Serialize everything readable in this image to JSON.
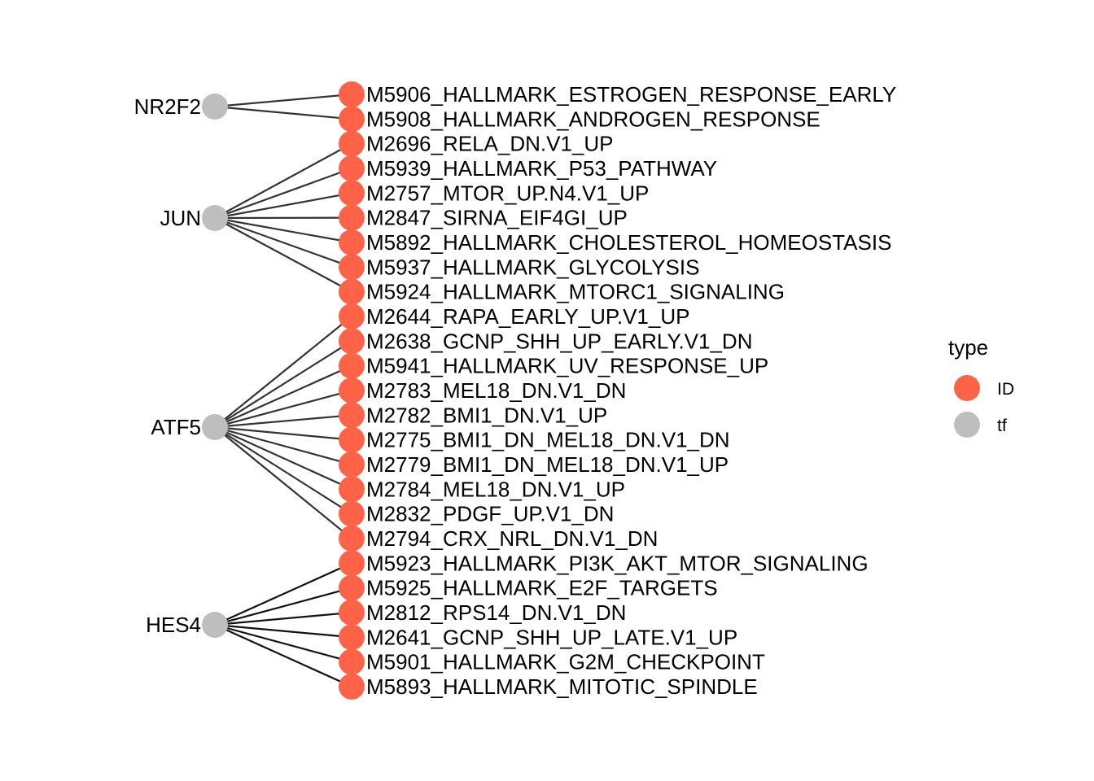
{
  "colors": {
    "ID": "#FF6347",
    "tf": "#BEBEBE",
    "edge": "#333333",
    "edge_hes4": "#111111"
  },
  "legend": {
    "title": "type",
    "items": [
      {
        "label": "ID",
        "color": "#FF6347"
      },
      {
        "label": "tf",
        "color": "#BEBEBE"
      }
    ]
  },
  "tfs": [
    {
      "name": "NR2F2",
      "targets": [
        "M5906_HALLMARK_ESTROGEN_RESPONSE_EARLY",
        "M5908_HALLMARK_ANDROGEN_RESPONSE"
      ]
    },
    {
      "name": "JUN",
      "targets": [
        "M2696_RELA_DN.V1_UP",
        "M5939_HALLMARK_P53_PATHWAY",
        "M2757_MTOR_UP.N4.V1_UP",
        "M2847_SIRNA_EIF4GI_UP",
        "M5892_HALLMARK_CHOLESTEROL_HOMEOSTASIS",
        "M5937_HALLMARK_GLYCOLYSIS",
        "M5924_HALLMARK_MTORC1_SIGNALING"
      ]
    },
    {
      "name": "ATF5",
      "targets": [
        "M2644_RAPA_EARLY_UP.V1_UP",
        "M2638_GCNP_SHH_UP_EARLY.V1_DN",
        "M5941_HALLMARK_UV_RESPONSE_UP",
        "M2783_MEL18_DN.V1_DN",
        "M2782_BMI1_DN.V1_UP",
        "M2775_BMI1_DN_MEL18_DN.V1_DN",
        "M2779_BMI1_DN_MEL18_DN.V1_UP",
        "M2784_MEL18_DN.V1_UP",
        "M2832_PDGF_UP.V1_DN",
        "M2794_CRX_NRL_DN.V1_DN"
      ]
    },
    {
      "name": "HES4",
      "targets": [
        "M5923_HALLMARK_PI3K_AKT_MTOR_SIGNALING",
        "M5925_HALLMARK_E2F_TARGETS",
        "M2812_RPS14_DN.V1_DN",
        "M2641_GCNP_SHH_UP_LATE.V1_UP",
        "M5901_HALLMARK_G2M_CHECKPOINT",
        "M5893_HALLMARK_MITOTIC_SPINDLE"
      ]
    }
  ]
}
